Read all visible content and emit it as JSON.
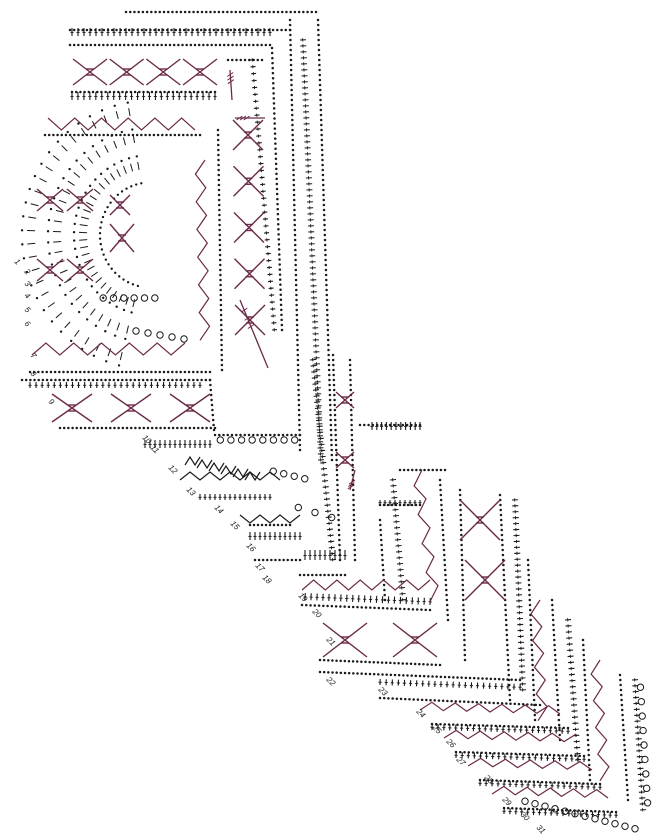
{
  "diagram": {
    "kind": "crochet-stitch-chart",
    "colors": {
      "ink": "#1a1a1a",
      "accent": "#6b2a48",
      "background": "#ffffff"
    },
    "row_numbers": [
      "1",
      "2",
      "3",
      "4",
      "5",
      "6",
      "7",
      "8",
      "9",
      "10",
      "11",
      "12",
      "13",
      "14",
      "15",
      "16",
      "17",
      "18",
      "19",
      "20",
      "21",
      "22",
      "23",
      "24",
      "25",
      "26",
      "27",
      "28",
      "29",
      "30",
      "31"
    ]
  }
}
